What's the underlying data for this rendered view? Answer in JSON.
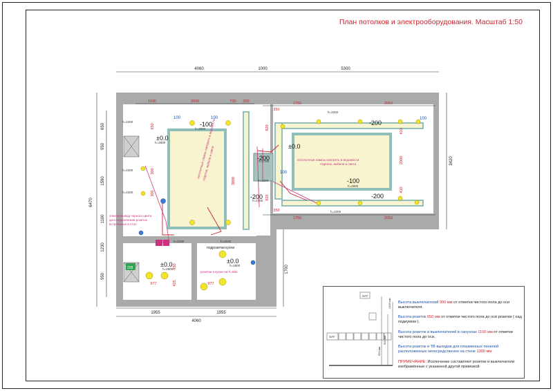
{
  "title": "План потолков и электрооборудования. Масштаб 1:50",
  "dims": {
    "top": [
      "4060",
      "1000",
      "5300"
    ],
    "bottom_total": "4060",
    "bottom_parts": [
      "1955",
      "1955"
    ],
    "left_total": "6470",
    "left_parts": [
      "650",
      "950",
      "1590",
      "1100",
      "1230",
      "950"
    ],
    "right_total": "3420",
    "right_small": "1700",
    "room1_top": [
      "1030",
      "2000",
      "730",
      "300"
    ],
    "room2_top": [
      "1750",
      "2050"
    ],
    "room2_bottom": [
      "1750",
      "2050"
    ],
    "room1_inner": [
      "100",
      "100",
      "100",
      "100"
    ],
    "misc": [
      "3800",
      "2000",
      "410",
      "410",
      "300",
      "300",
      "350",
      "350",
      "820",
      "625",
      "300",
      "300",
      "850",
      "977",
      "977",
      "425",
      "650",
      "100",
      "100",
      "100"
    ]
  },
  "levels": {
    "room1_ceiling": "-100",
    "room1_floor": "±0.0",
    "room1_step": "-200",
    "room2_floor": "±0.0",
    "room2_top": "-200",
    "room2_ceiling": "-100",
    "room2_bottom": "-200",
    "corr": "-200",
    "kitchen1": "±0.0",
    "kitchen2": "±0.0"
  },
  "heights": {
    "h2200": "h=2200",
    "h2800": "h=2800",
    "h2100": "h=2100",
    "h2700": "h=2700",
    "h1500": "h=1500"
  },
  "notes": {
    "ceiling_lamps": "потолочные лампы смотреть в ведомости отделок, мебели и света",
    "electro_out": "электровывод черного цвета для подключения розеток встроенных в стол",
    "kitchen_outlets": "подрозетки кухни",
    "kitchen_h": "розетки в кухне на h=550",
    "h2100a": "h=2100",
    "h2100b": "h=2100",
    "box_label": "228"
  },
  "legend": {
    "sat": "SAT",
    "lines": [
      {
        "pre": "Высота выключателей ",
        "val": "900 мм",
        "post": " от отметки чистого пола до оси выключателя."
      },
      {
        "pre": "Высота розеток ",
        "val": "650 мм",
        "post": " от отметки чистого пола до оси розетки ( над подиумом )."
      },
      {
        "pre": "Высота розеток и выключателей в санузлах ",
        "val": "1100 мм",
        "post": " от отметки чистого пола до оси."
      },
      {
        "pre": "Высота розеток и ТВ выходов для плазменных панелей расположенных непосредственно на стене ",
        "val": "1300 мм",
        "post": ""
      }
    ],
    "note_label": "ПРИМЕЧАНИЕ:",
    "note_text": " Исключение составляют розетки и выключатели изображённые  с указанной другой привязкой",
    "dim_labels": [
      "1300 мм",
      "900 мм",
      "650 мм"
    ]
  },
  "colors": {
    "wall": "#a9aaaa",
    "ceiling_fill": "#f8f4cf",
    "ceiling_border": "#8fbfb8",
    "red": "#d0202a",
    "magenta": "#c8327e",
    "lamp": "#f3e52a"
  }
}
